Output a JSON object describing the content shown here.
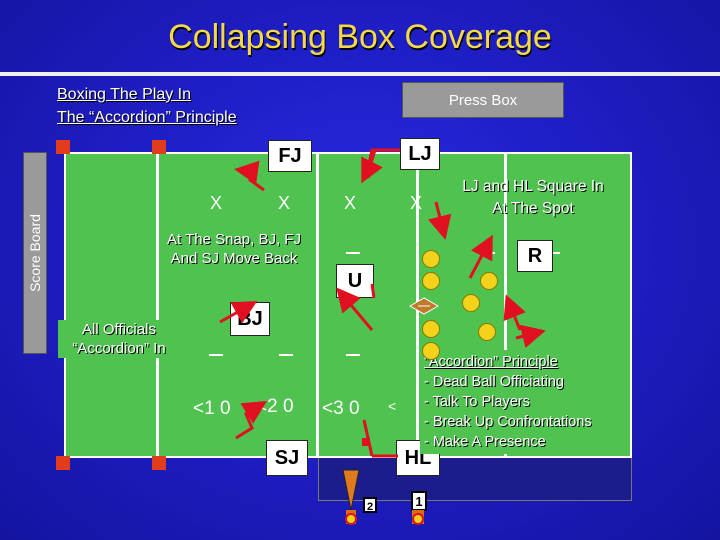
{
  "title": "Collapsing Box Coverage",
  "subtitle_line1": "Boxing The Play In",
  "subtitle_line2": "The “Accordion” Principle",
  "press_box": "Press Box",
  "score_board": "Score Board",
  "officials": {
    "fj": "FJ",
    "lj": "LJ",
    "r": "R",
    "u": "U",
    "bj": "BJ",
    "sj": "SJ",
    "hl": "HL"
  },
  "x_marker": "X",
  "note_snap": "At The Snap, BJ, FJ And SJ Move Back",
  "note_all": "All Officials “Accordion” In",
  "note_lj_hl": "LJ and HL Square In At The Spot",
  "yard_numbers": [
    "<1 0",
    "<2 0",
    "<3 0",
    "<"
  ],
  "principle": {
    "heading": "“Accordion” Principle",
    "items": [
      "- Dead Ball Officiating",
      "- Talk To Players",
      "- Break Up Confrontations",
      "- Make A Presence"
    ]
  },
  "down_box_labels": [
    "2",
    "1"
  ],
  "colors": {
    "field": "#4fc24f",
    "arrow": "#e01020",
    "title": "#f4d84c",
    "player": "#f2d21a"
  }
}
